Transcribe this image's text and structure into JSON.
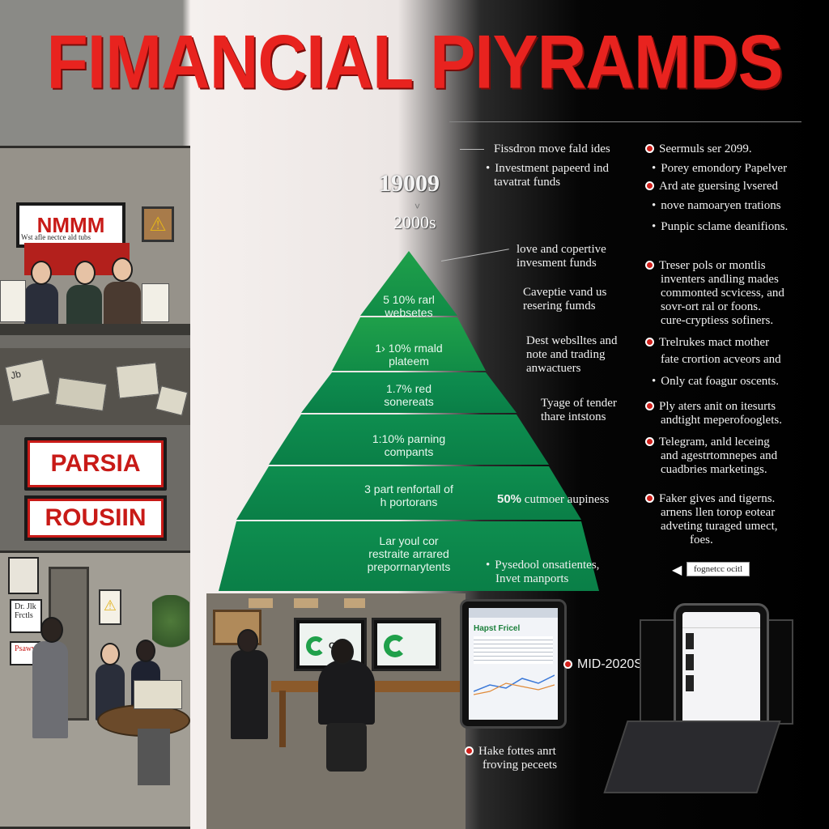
{
  "title": "FIMANCIAL PIYRAMDS",
  "timeline": {
    "year_top": "19009",
    "year_mid": "2000s",
    "year_bottom": "MID-2020S"
  },
  "left_panel": {
    "sign_top": "NMMM",
    "sign_top_sub": "Wst afle nectce ald tubs",
    "paper_label": "Jb",
    "sign_mid_1": "PARSIA",
    "sign_mid_2": "ROUSIIN",
    "small_sign_1": "Dr. Jlk",
    "small_sign_2": "Frctls",
    "small_sign_3": "Psawv"
  },
  "pyramid_tiers": [
    {
      "line1": "5 10% rarl",
      "line2": "websetes"
    },
    {
      "line1": "1› 10% rmald",
      "line2": "plateem"
    },
    {
      "line1": "1.7% red",
      "line2": "sonereats"
    },
    {
      "line1": "1:10% parning",
      "line2": "compants"
    },
    {
      "line1": "3 part renfortall of",
      "line2": "h portorans"
    },
    {
      "line1": "Lar youl cor",
      "line2": "restraite arrared",
      "line3": "preporrnarytents"
    }
  ],
  "mid_labels": {
    "a1": "Fissdron move fald ides",
    "a2": "Investment papeerd ind",
    "a3": "tavatrat funds",
    "b1": "love and copertive",
    "b2": "invesment funds",
    "c1": "Caveptie vand us",
    "c2": "resering fumds",
    "d1": "Dest webslltes and",
    "d2": "note and trading",
    "d3": "anwactuers",
    "e1": "Tyage of tender",
    "e2": "thare intstons",
    "f1": "50%",
    "f2": "cutmoer aupiness",
    "g1": "Pysedool onsatientes,",
    "g2": "Invet manports",
    "h1": "Hake fottes anrt",
    "h2": "froving peceets"
  },
  "right_labels": {
    "r1": "Seermuls ser 2099.",
    "r2": "Porey emondory Papelver",
    "r3": "Ard ate guersing lvsered",
    "r4": "nove namoaryen trations",
    "r5": "Punpic sclame deanifions.",
    "r6a": "Treser pols or montlis",
    "r6b": "inventers andling mades",
    "r6c": "commonted scvicess, and",
    "r6d": "sovr-ort ral or foons.",
    "r6e": "cure-cryptiess sofiners.",
    "r7a": "Trelrukes mact mother",
    "r7b": "fate crortion acveors and",
    "r8": "Only cat foagur oscents.",
    "r9a": "Ply aters anit on itesurts",
    "r9b": "andtight meperofooglets.",
    "r10a": "Telegram, anld leceing",
    "r10b": "and agestrtomnepes and",
    "r10c": "cuadbries marketings.",
    "r11a": "Faker gives and tigerns.",
    "r11b": "arnens llen torop eotear",
    "r11c": "adveting turaged umect,",
    "r11d": "foes.",
    "tag": "fognetcc ocitl"
  },
  "office": {
    "screen_label": "Ca0",
    "tablet_heading": "Hapst Fricel"
  },
  "colors": {
    "title_red": "#e8231f",
    "pyramid_light": "#1fa04a",
    "pyramid_dark": "#0b8a4e",
    "bullet_red": "#d0201b"
  }
}
